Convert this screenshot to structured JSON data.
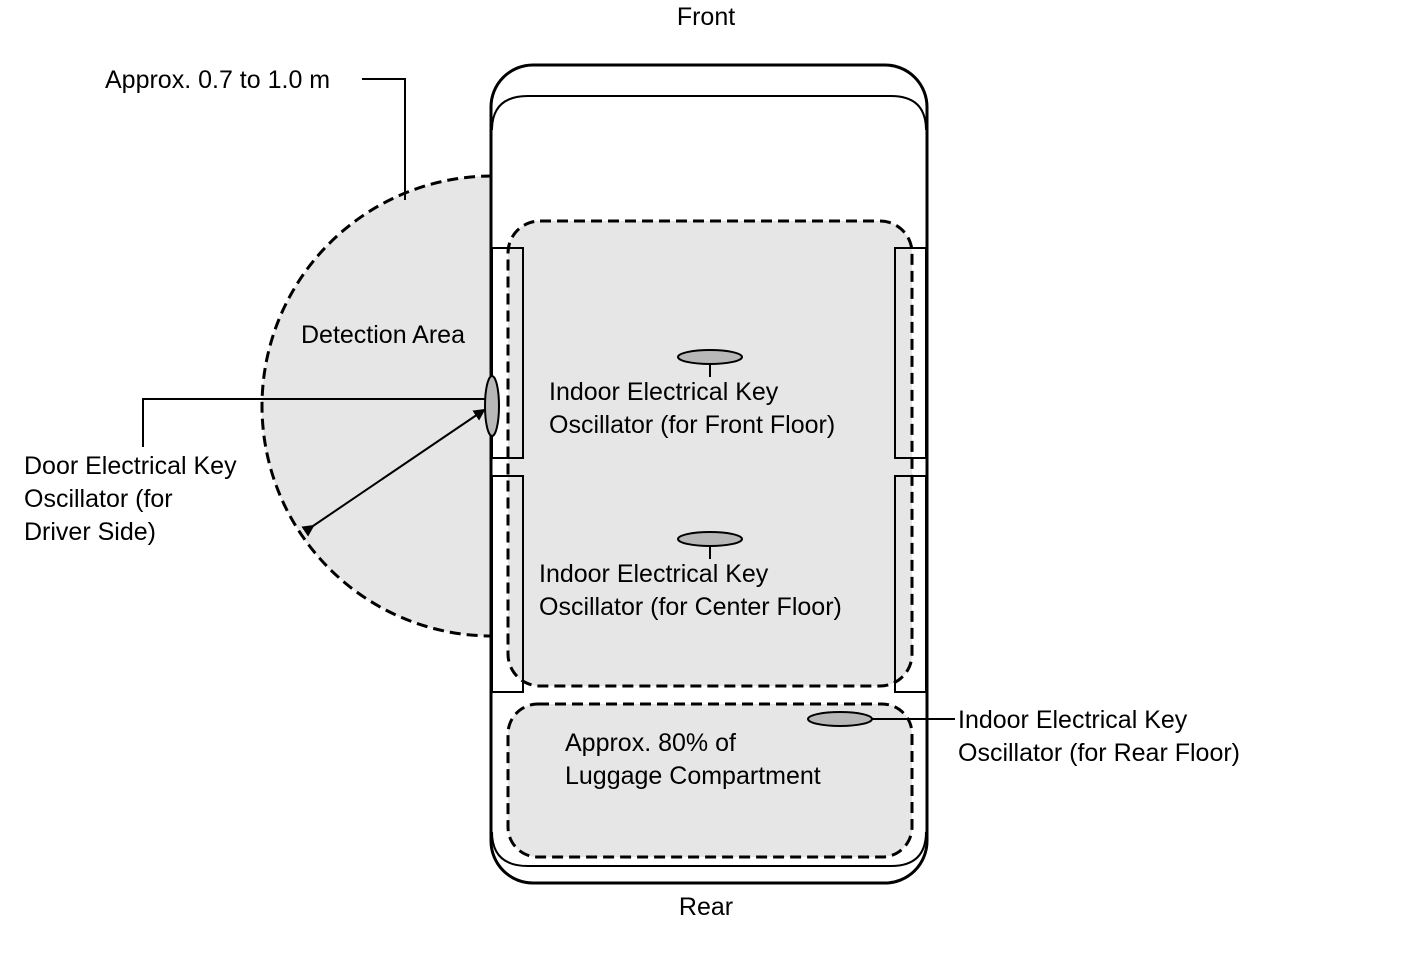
{
  "labels": {
    "front": "Front",
    "rear": "Rear",
    "range": "Approx. 0.7 to 1.0 m",
    "detection_area": "Detection Area",
    "door_osc": [
      "Door Electrical Key",
      "Oscillator (for",
      "Driver Side)"
    ],
    "indoor_front": [
      "Indoor Electrical Key",
      "Oscillator (for Front Floor)"
    ],
    "indoor_center": [
      "Indoor Electrical Key",
      "Oscillator (for Center Floor)"
    ],
    "indoor_rear": [
      "Indoor Electrical Key",
      "Oscillator (for Rear Floor)"
    ],
    "luggage": [
      "Approx. 80% of",
      "Luggage Compartment"
    ]
  },
  "colors": {
    "area_fill": "#e6e6e6",
    "oscillator_fill": "#b8b8b8",
    "line": "#000000"
  }
}
